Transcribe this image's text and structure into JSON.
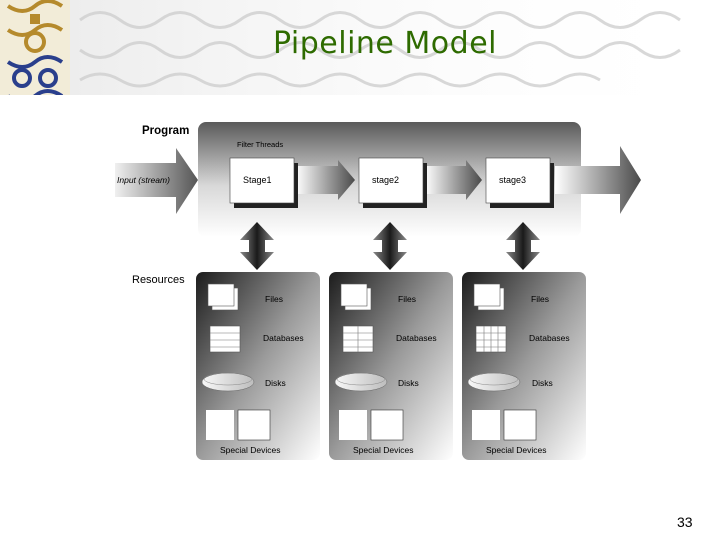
{
  "slide": {
    "title": "Pipeline Model",
    "page_number": "33"
  },
  "diagram": {
    "program_label": "Program",
    "filter_threads_label": "Filter Threads",
    "input_label": "Input (stream)",
    "stages": [
      "Stage1",
      "stage2",
      "stage3"
    ],
    "resources_label": "Resources",
    "resource_items": [
      "Files",
      "Databases",
      "Disks",
      "Special Devices"
    ]
  },
  "colors": {
    "title": "#2e6b00",
    "decoration_gold": "#b58a2c",
    "decoration_blue": "#2a3f8c"
  }
}
